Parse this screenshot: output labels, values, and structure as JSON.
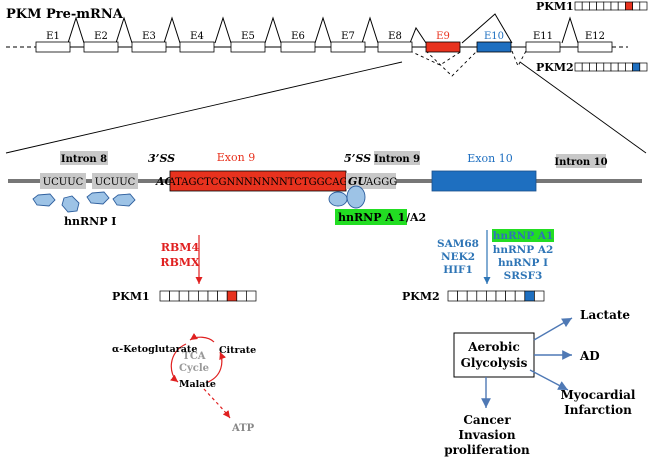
{
  "title": "PKM Pre-mRNA",
  "exons": [
    "E1",
    "E2",
    "E3",
    "E4",
    "E5",
    "E6",
    "E7",
    "E8",
    "E9",
    "E10",
    "E11",
    "E12"
  ],
  "isoforms": {
    "pkm1": "PKM1",
    "pkm2": "PKM2"
  },
  "detail": {
    "intron8": "Intron 8",
    "intron9": "Intron 9",
    "intron10": "Intron 10",
    "ss3": "3’SS",
    "ss5": "5’SS",
    "exon9": "Exon 9",
    "exon10": "Exon 10",
    "ucuuc": "UCUUC",
    "ag": "AG",
    "exon9_seq": "ATAGCTCGNNNNNNNTCTGGCAG",
    "gu": "GU",
    "aggg": "AGGG",
    "hnrnp_i": "hnRNP I",
    "hnrnp_a1": "hnRNP A 1",
    "a2": "/A2"
  },
  "pkm1_regulators": [
    "RBM4",
    "RBMX"
  ],
  "pkm2_regulators_left": [
    "SAM68",
    "NEK2",
    "HIF1"
  ],
  "pkm2_regulators_right": [
    "hnRNP A1",
    "hnRNP A2",
    "hnRNP I",
    "SRSF3"
  ],
  "tca": {
    "cycle_line1": "TCA",
    "cycle_line2": "Cycle",
    "ketoglutarate": "α-Ketoglutarate",
    "citrate": "Citrate",
    "malate": "Malate",
    "atp": "ATP"
  },
  "glycolysis": {
    "box_line1": "Aerobic",
    "box_line2": "Glycolysis",
    "lactate": "Lactate",
    "ad": "AD",
    "mi_line1": "Myocardial",
    "mi_line2": "Infarction",
    "cancer_line1": "Cancer",
    "cancer_line2": "Invasion",
    "cancer_line3": "proliferation"
  },
  "colors": {
    "exon9": "#e8321e",
    "exon10": "#1e6fc0",
    "highlight": "#22dd22",
    "regulator_blue": "#2e75b6",
    "regulator_red": "#e02020",
    "protein": "#9dc3e6",
    "gray_box": "#c8c8c8"
  },
  "pkm_box_cells": 10,
  "pkm1_marked_cell": 8,
  "pkm2_marked_cell": 9
}
